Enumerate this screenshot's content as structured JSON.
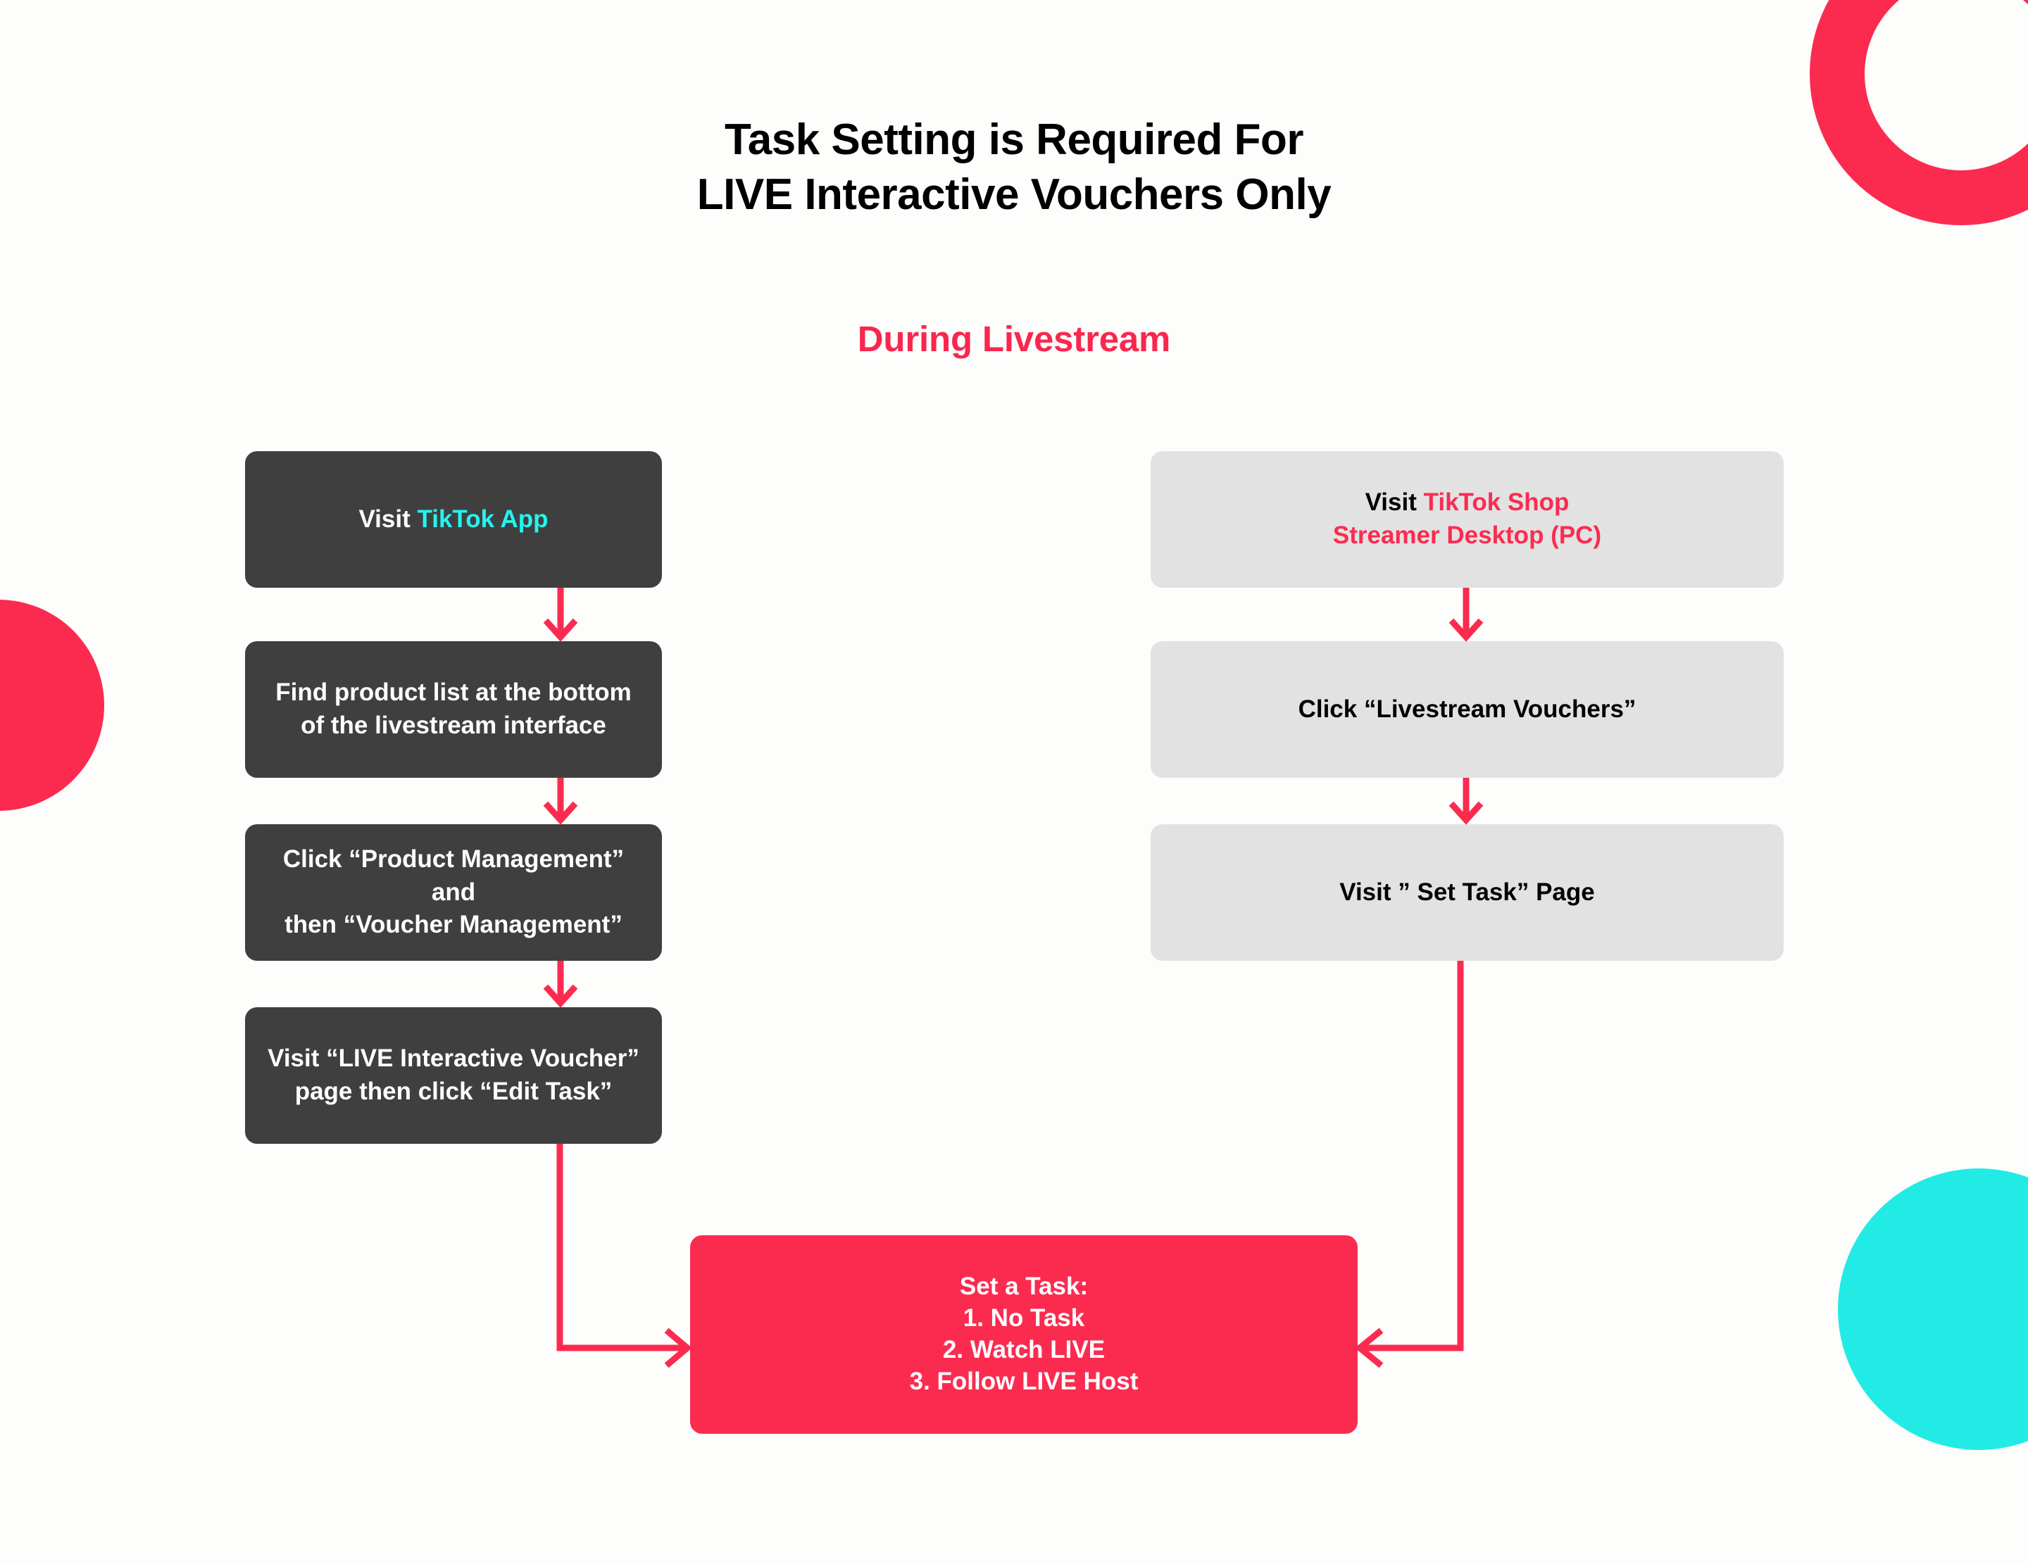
{
  "colors": {
    "accent_pink": "#FB2B50",
    "accent_cyan": "#25F4EE",
    "box_dark": "#3F3F3F",
    "box_grey": "#E2E2E2",
    "background": "#FDFDFB",
    "text_white": "#FFFFFF",
    "text_black": "#000000"
  },
  "header": {
    "title_line1": "Task Setting is Required For",
    "title_line2": "LIVE Interactive Vouchers Only",
    "subtitle": "During Livestream"
  },
  "flow": {
    "left_column": [
      {
        "id": "visit-tiktok-app",
        "style": "dark",
        "prefix": "Visit ",
        "highlight": "TikTok App",
        "highlight_color": "cyan",
        "lines": [
          "Visit TikTok App"
        ]
      },
      {
        "id": "find-product-list",
        "style": "dark",
        "lines": [
          "Find product list at the bottom",
          "of the livestream interface"
        ]
      },
      {
        "id": "click-product-management",
        "style": "dark",
        "lines": [
          "Click “Product Management” and",
          "then “Voucher Management”"
        ]
      },
      {
        "id": "visit-live-interactive-voucher",
        "style": "dark",
        "lines": [
          "Visit “LIVE Interactive Voucher”",
          "page then click “Edit Task”"
        ]
      }
    ],
    "right_column": [
      {
        "id": "visit-tiktok-shop-streamer-desktop",
        "style": "grey",
        "prefix": "Visit ",
        "highlight_line1": "TikTok Shop",
        "highlight_line2": "Streamer Desktop (PC)",
        "highlight_color": "pink",
        "lines": [
          "Visit TikTok Shop",
          "Streamer Desktop (PC)"
        ]
      },
      {
        "id": "click-livestream-vouchers",
        "style": "grey",
        "lines": [
          "Click “Livestream Vouchers”"
        ]
      },
      {
        "id": "visit-set-task-page",
        "style": "grey",
        "lines": [
          "Visit ” Set Task” Page"
        ]
      }
    ],
    "result_box": {
      "id": "set-a-task",
      "style": "accent",
      "heading": "Set a Task:",
      "options": [
        "1.  No Task",
        "2.  Watch LIVE",
        "3.  Follow LIVE Host"
      ]
    }
  },
  "connectors": [
    {
      "id": "arrow-l1-l2",
      "kind": "down-arrow"
    },
    {
      "id": "arrow-l2-l3",
      "kind": "down-arrow"
    },
    {
      "id": "arrow-l3-l4",
      "kind": "down-arrow"
    },
    {
      "id": "arrow-r1-r2",
      "kind": "down-arrow"
    },
    {
      "id": "arrow-r2-r3",
      "kind": "down-arrow"
    },
    {
      "id": "elbow-left-to-task",
      "kind": "elbow-right"
    },
    {
      "id": "elbow-right-to-task",
      "kind": "elbow-left"
    }
  ],
  "decorations": [
    {
      "id": "ring-top-right",
      "shape": "ring",
      "color": "#FB2B50"
    },
    {
      "id": "circle-left",
      "shape": "circle",
      "color": "#FB2B50"
    },
    {
      "id": "circle-bottom-right",
      "shape": "circle",
      "color": "#22EBE5"
    }
  ]
}
